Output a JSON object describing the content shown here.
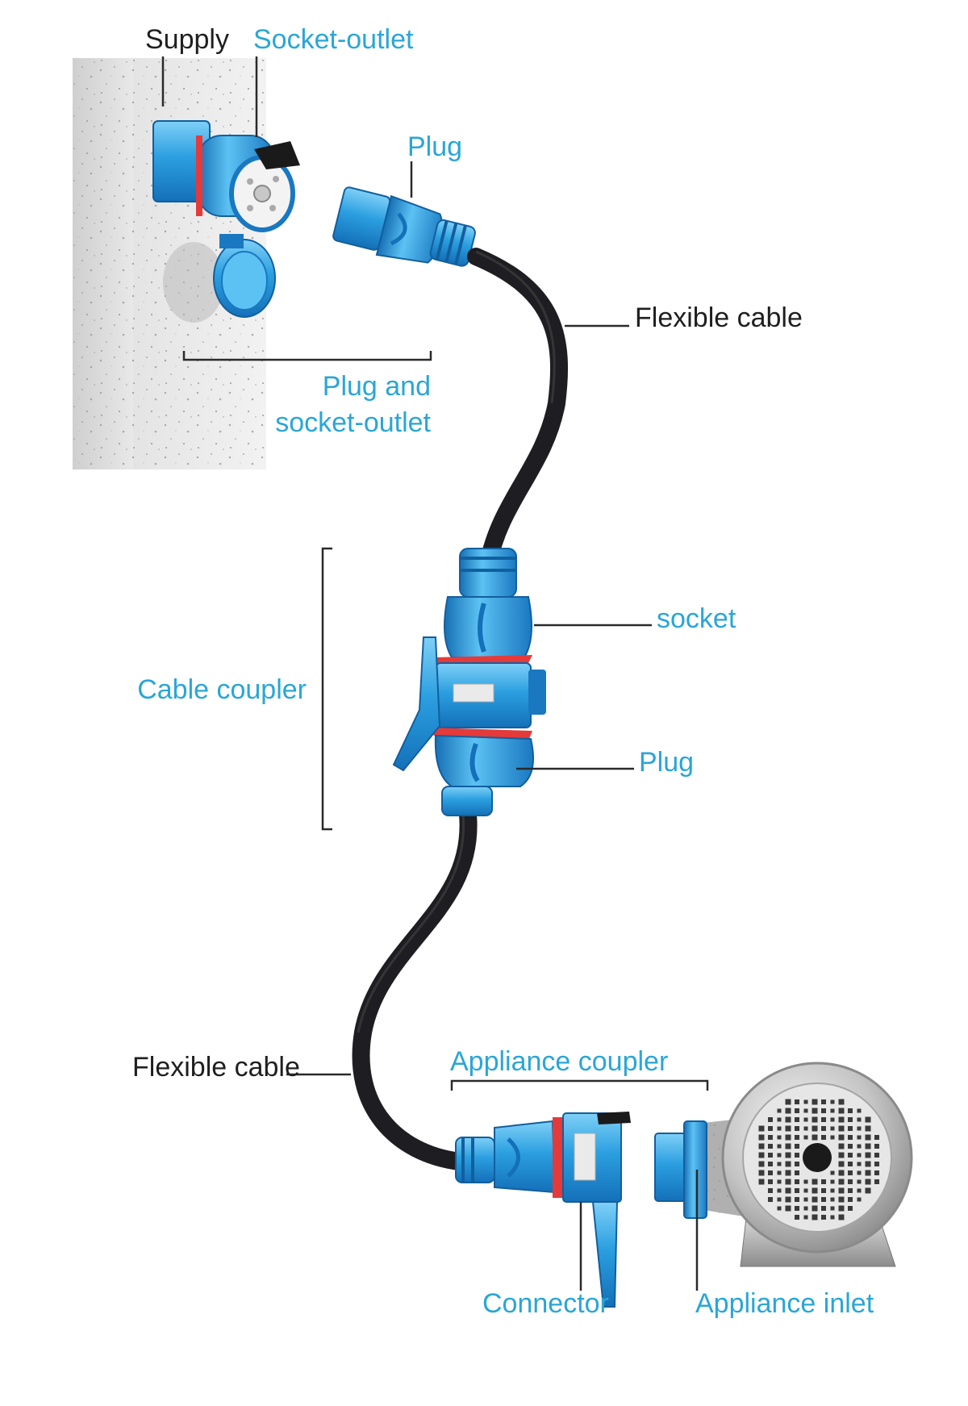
{
  "labels": {
    "supply": "Supply",
    "socket_outlet": "Socket-outlet",
    "plug_top": "Plug",
    "flexible_cable_top": "Flexible cable",
    "plug_and_socket_outlet": [
      "Plug and",
      "socket-outlet"
    ],
    "socket": "socket",
    "cable_coupler": "Cable coupler",
    "plug_mid": "Plug",
    "flexible_cable_bottom": "Flexible cable",
    "appliance_coupler": "Appliance coupler",
    "connector": "Connector",
    "appliance_inlet": "Appliance inlet"
  },
  "colors": {
    "label_blue": "#2aa6d6",
    "label_black": "#1f1f1f",
    "connector_blue": "#2b9fe0",
    "connector_dark": "#1470b8",
    "seal_red": "#e53a3a",
    "cable": "#1e1e22",
    "wall": "#dcdcdc",
    "motor_silver": "#c8c8c8"
  }
}
